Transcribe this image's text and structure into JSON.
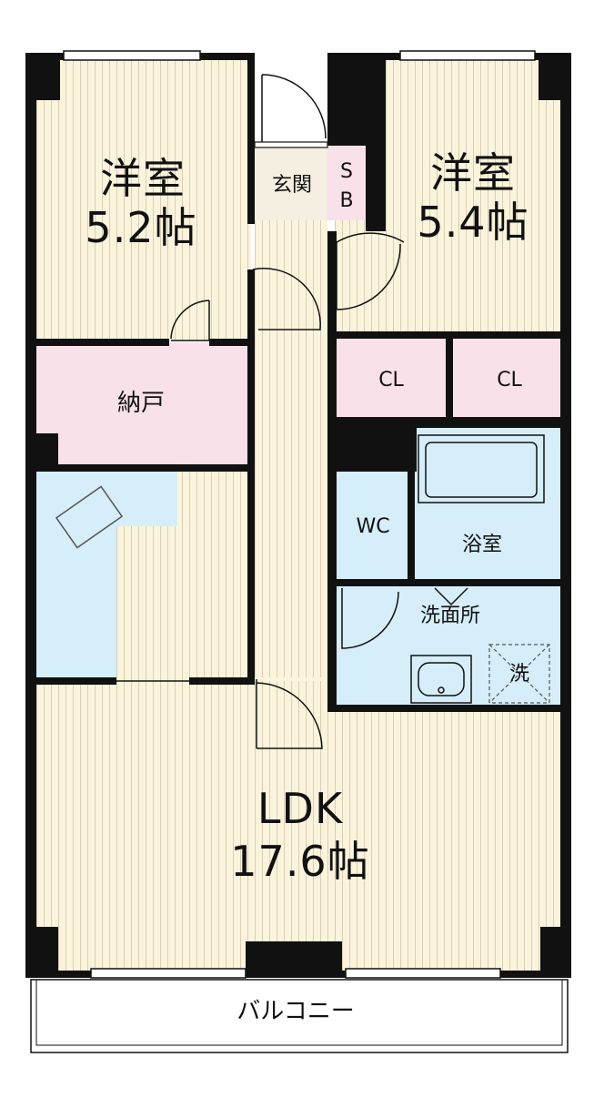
{
  "rooms": {
    "western_room_left": {
      "name": "洋室",
      "size": "5.2帖"
    },
    "western_room_right": {
      "name": "洋室",
      "size": "5.4帖"
    },
    "entrance": "玄関",
    "shoe_box": {
      "line1": "S",
      "line2": "B"
    },
    "storage": "納戸",
    "closet_left": "CL",
    "closet_right": "CL",
    "toilet": "WC",
    "bathroom": "浴室",
    "washroom": "洗面所",
    "washer": "洗",
    "ldk": {
      "name": "LDK",
      "size": "17.6帖"
    },
    "balcony": "バルコニー"
  },
  "colors": {
    "floor_wood": "#fbf4dc",
    "wood_line": "#d8cfb4",
    "storage_pink": "#f9e1ea",
    "water_blue": "#d5eef9",
    "wall": "#111111",
    "entrance_beige": "#f4efe1"
  }
}
